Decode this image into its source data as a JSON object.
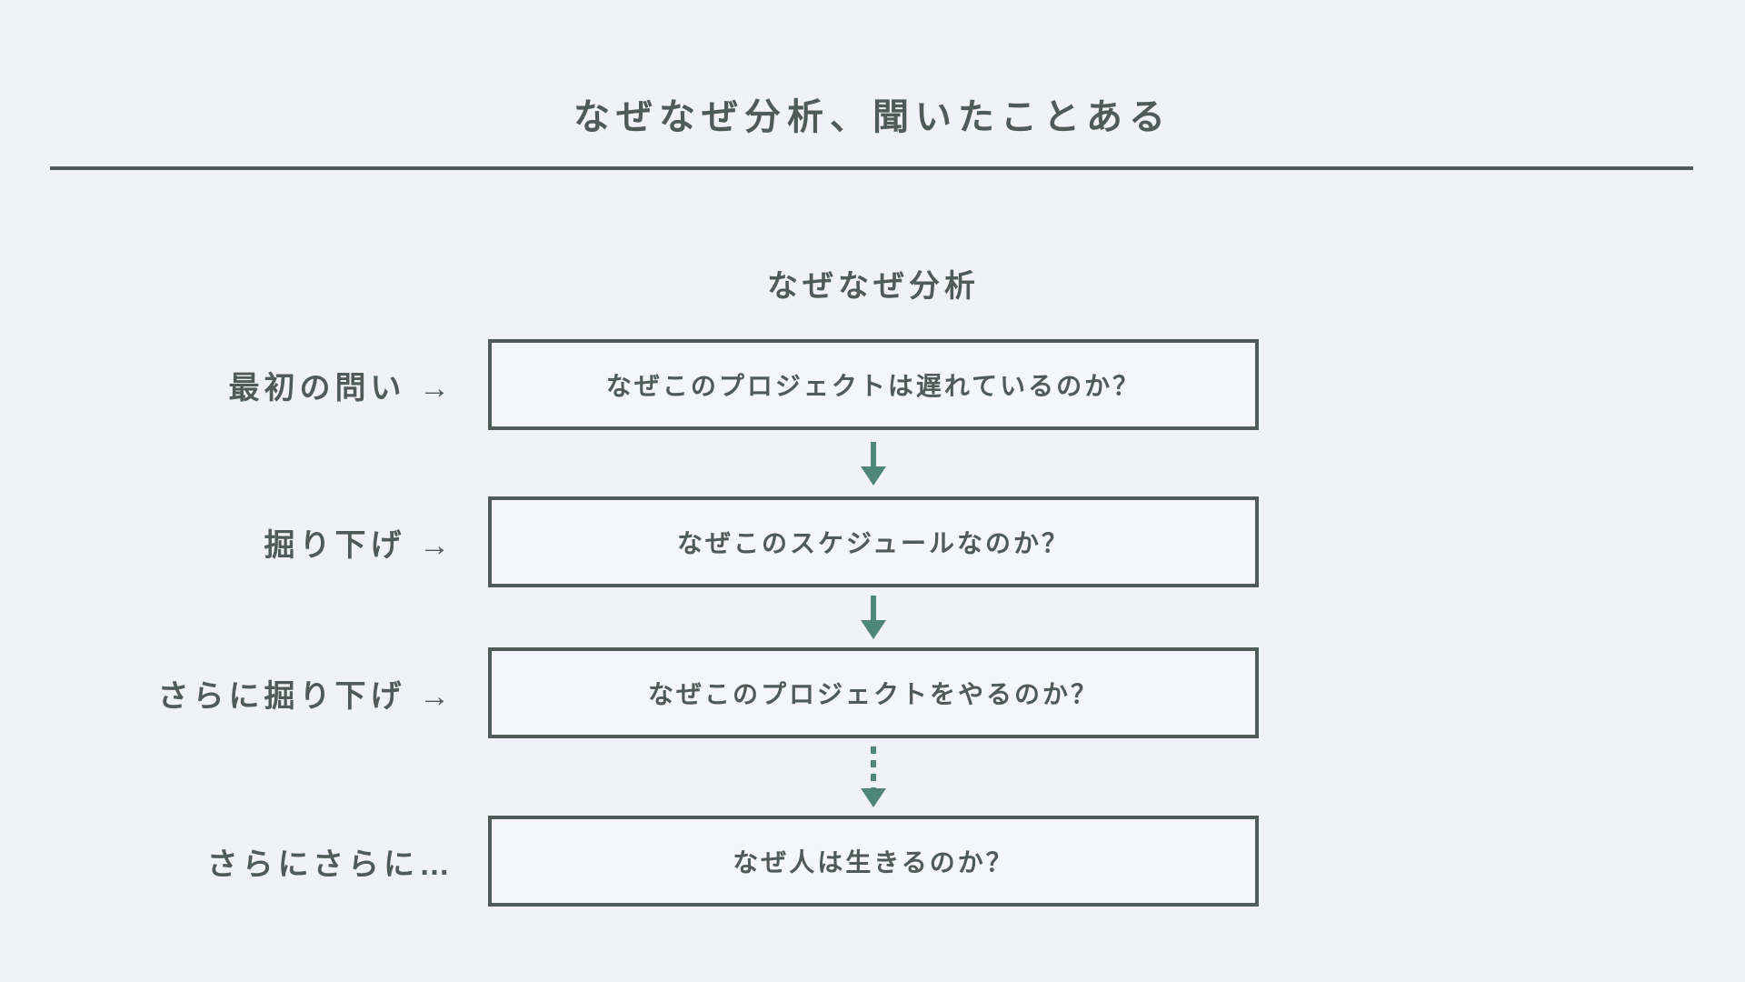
{
  "page": {
    "title": "なぜなぜ分析、聞いたことある"
  },
  "diagram": {
    "subtitle": "なぜなぜ分析",
    "rows": [
      {
        "label": "最初の問い →",
        "question": "なぜこのプロジェクトは遅れているのか？"
      },
      {
        "label": "掘り下げ →",
        "question": "なぜこのスケジュールなのか？"
      },
      {
        "label": "さらに掘り下げ →",
        "question": "なぜこのプロジェクトをやるのか？"
      },
      {
        "label": "さらにさらに…",
        "question": "なぜ人は生きるのか？"
      }
    ],
    "connectors": [
      {
        "type": "solid-arrow"
      },
      {
        "type": "solid-arrow"
      },
      {
        "type": "dashed-arrow"
      }
    ]
  },
  "colors": {
    "background": "#f0f2f5",
    "text_and_lines": "#4f5b56",
    "arrow_accent": "#4e8678",
    "box_background": "#f4f6f9"
  }
}
